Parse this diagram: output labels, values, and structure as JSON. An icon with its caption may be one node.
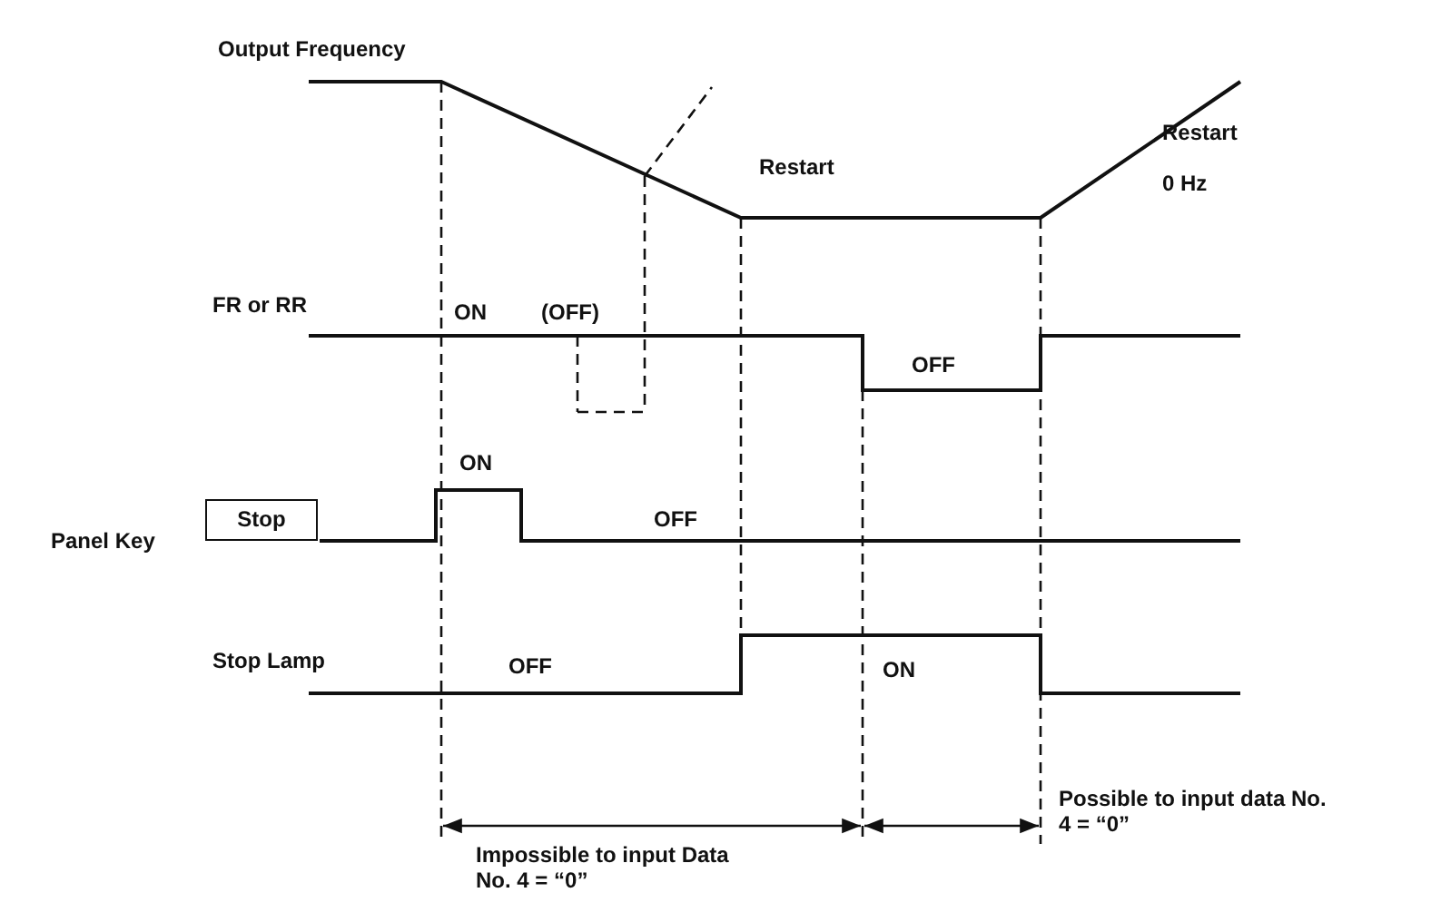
{
  "diagram": {
    "nodes": [
      {
        "text": [
          "Stop"
        ]
      }
    ],
    "edges": [],
    "labels": [
      "Output Frequency",
      "Restart",
      "Restart",
      "0 Hz",
      "FR or RR",
      "ON",
      "(OFF)",
      "OFF",
      "Panel Key",
      "ON",
      "OFF",
      "Stop Lamp",
      "OFF",
      "ON",
      "Possible to input data No. 4 = “0”",
      "Impossible to input Data No. 4 = “0”"
    ]
  }
}
